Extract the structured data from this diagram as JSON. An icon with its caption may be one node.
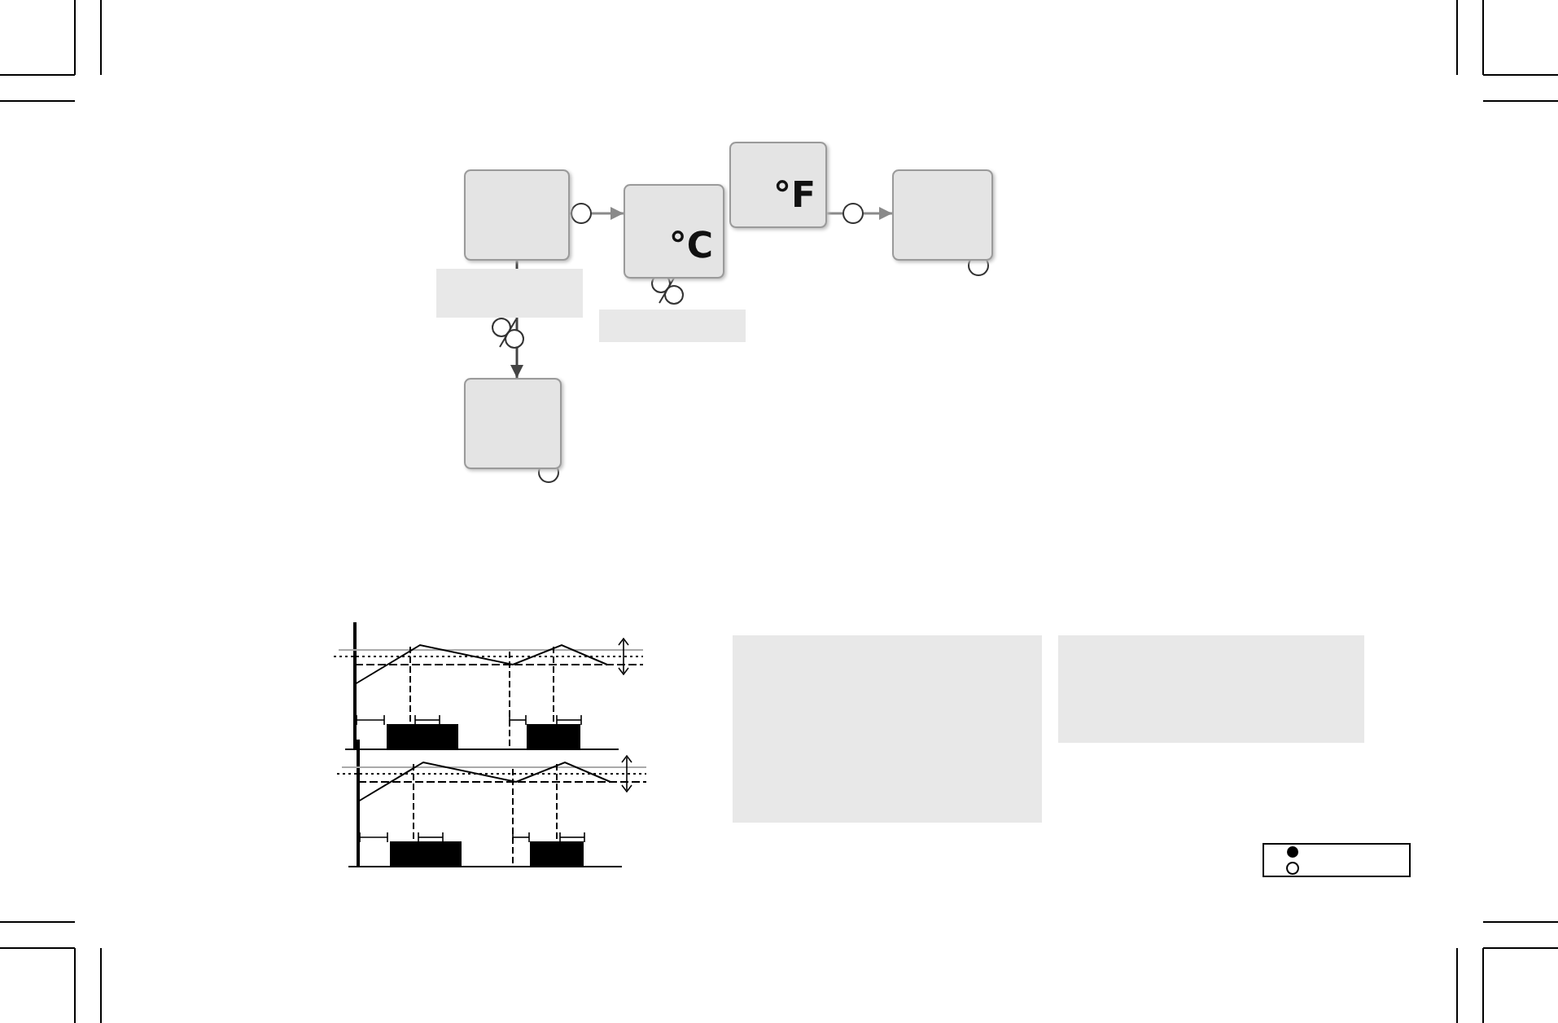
{
  "diagram": {
    "nodes": [
      {
        "text": [],
        "shape": "box"
      },
      {
        "text": [
          "°C"
        ]
      },
      {
        "text": [
          "°F"
        ]
      },
      {
        "text": [],
        "shape": "box"
      },
      {
        "text": [],
        "shape": "box"
      }
    ],
    "edges": [
      {
        "from": 0,
        "to": 1,
        "arrow": "to"
      },
      {
        "from": 2,
        "to": 3,
        "arrow": "to"
      },
      {
        "from": 0,
        "to": 4,
        "arrow": "to",
        "color": "#444444"
      }
    ]
  }
}
